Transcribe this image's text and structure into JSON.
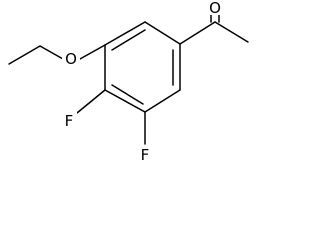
{
  "structure": {
    "atoms": {
      "ether_oxygen": "O",
      "carbonyl_oxygen": "O",
      "fluorine_4": "F",
      "fluorine_5": "F"
    }
  }
}
